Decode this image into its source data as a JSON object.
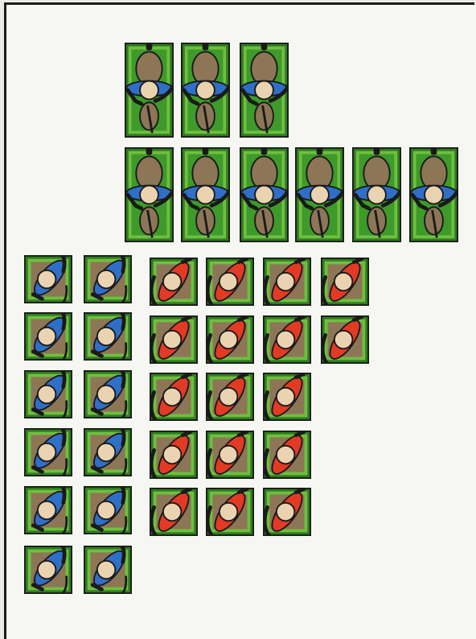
{
  "sheet": {
    "colors": {
      "paper": "#f6f7f2",
      "frame": "#1b1b1b",
      "counter_border": "#2e7d1f",
      "counter_field": "#6fbf3f",
      "counter_inner": "#3e9a2a",
      "figure_body": "#8c7656",
      "head": "#ead3b0",
      "outline": "#1a1a1a",
      "blue_team": "#2f6fc7",
      "red_team": "#e23a24"
    },
    "groups": [
      {
        "name": "blue-standing-counters",
        "team": "blue",
        "pose": "standing",
        "rows": [
          3,
          6
        ]
      },
      {
        "name": "blue-lying-counters",
        "team": "blue",
        "pose": "lying",
        "columns": 2,
        "rows": 6
      },
      {
        "name": "red-lying-counters",
        "team": "red",
        "pose": "lying",
        "column_counts": [
          5,
          5,
          5,
          2
        ]
      }
    ]
  }
}
